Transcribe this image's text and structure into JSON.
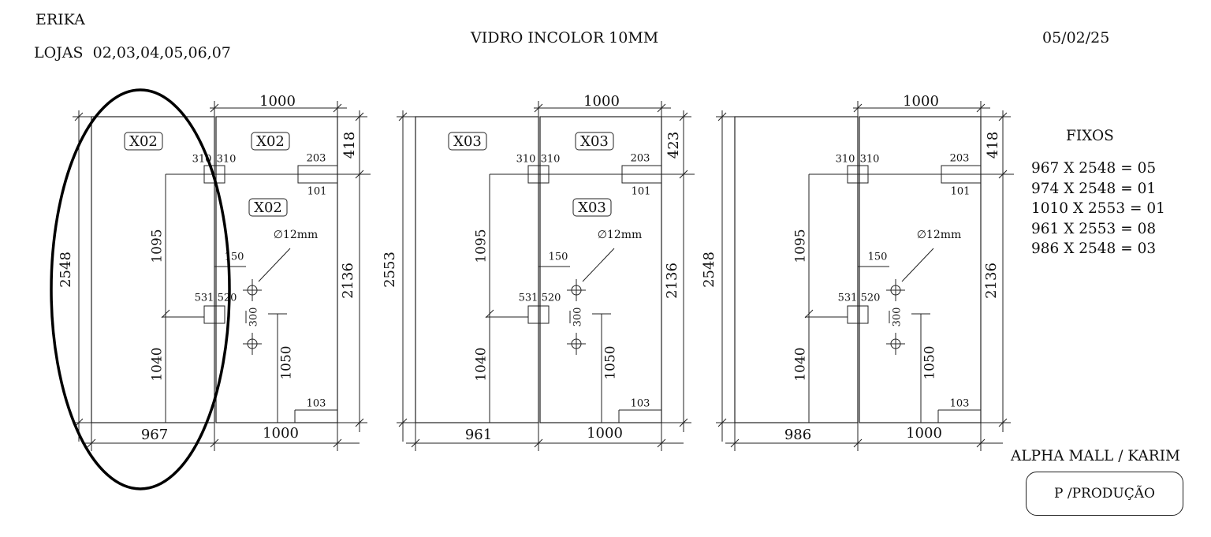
{
  "header": {
    "client": "ERIKA",
    "stores": "LOJAS  02,03,04,05,06,07",
    "material": "VIDRO INCOLOR 10MM",
    "date": "05/02/25"
  },
  "panels": [
    {
      "overall_height": "2548",
      "top_width": "1000",
      "left_width": "967",
      "bottom_right_width": "1000",
      "top_right_height": "418",
      "right_height": "2136",
      "labels": [
        "X02",
        "X02",
        "X02"
      ],
      "upper_dim": "1095",
      "lower_dim": "1040",
      "hinge_top_left": "310",
      "hinge_top_right": "310",
      "hinge_mid_left": "531",
      "hinge_mid_right": "520",
      "offset": "150",
      "hole": "∅12mm",
      "hole_spacing": "300",
      "handle_height": "1050",
      "clamp_top": "203",
      "clamp_bottom": "101",
      "bottom_small": "103"
    },
    {
      "overall_height": "2553",
      "top_width": "1000",
      "left_width": "961",
      "bottom_right_width": "1000",
      "top_right_height": "423",
      "right_height": "2136",
      "labels": [
        "X03",
        "X03",
        "X03"
      ],
      "upper_dim": "1095",
      "lower_dim": "1040",
      "hinge_top_left": "310",
      "hinge_top_right": "310",
      "hinge_mid_left": "531",
      "hinge_mid_right": "520",
      "offset": "150",
      "hole": "∅12mm",
      "hole_spacing": "300",
      "handle_height": "1050",
      "clamp_top": "203",
      "clamp_bottom": "101",
      "bottom_small": "103"
    },
    {
      "overall_height": "2548",
      "top_width": "1000",
      "left_width": "986",
      "bottom_right_width": "1000",
      "top_right_height": "418",
      "right_height": "2136",
      "labels": [],
      "upper_dim": "1095",
      "lower_dim": "1040",
      "hinge_top_left": "310",
      "hinge_top_right": "310",
      "hinge_mid_left": "531",
      "hinge_mid_right": "520",
      "offset": "150",
      "hole": "∅12mm",
      "hole_spacing": "300",
      "handle_height": "1050",
      "clamp_top": "203",
      "clamp_bottom": "101",
      "bottom_small": "103"
    }
  ],
  "fixos": {
    "title": "FIXOS",
    "items": [
      "967 X 2548 = 05",
      "974 X 2548 = 01",
      "1010 X 2553 = 01",
      "961 X 2553 = 08",
      "986 X 2548 = 03"
    ]
  },
  "footer": {
    "project": "ALPHA MALL / KARIM",
    "stamp": "P /PRODUÇÃO"
  }
}
